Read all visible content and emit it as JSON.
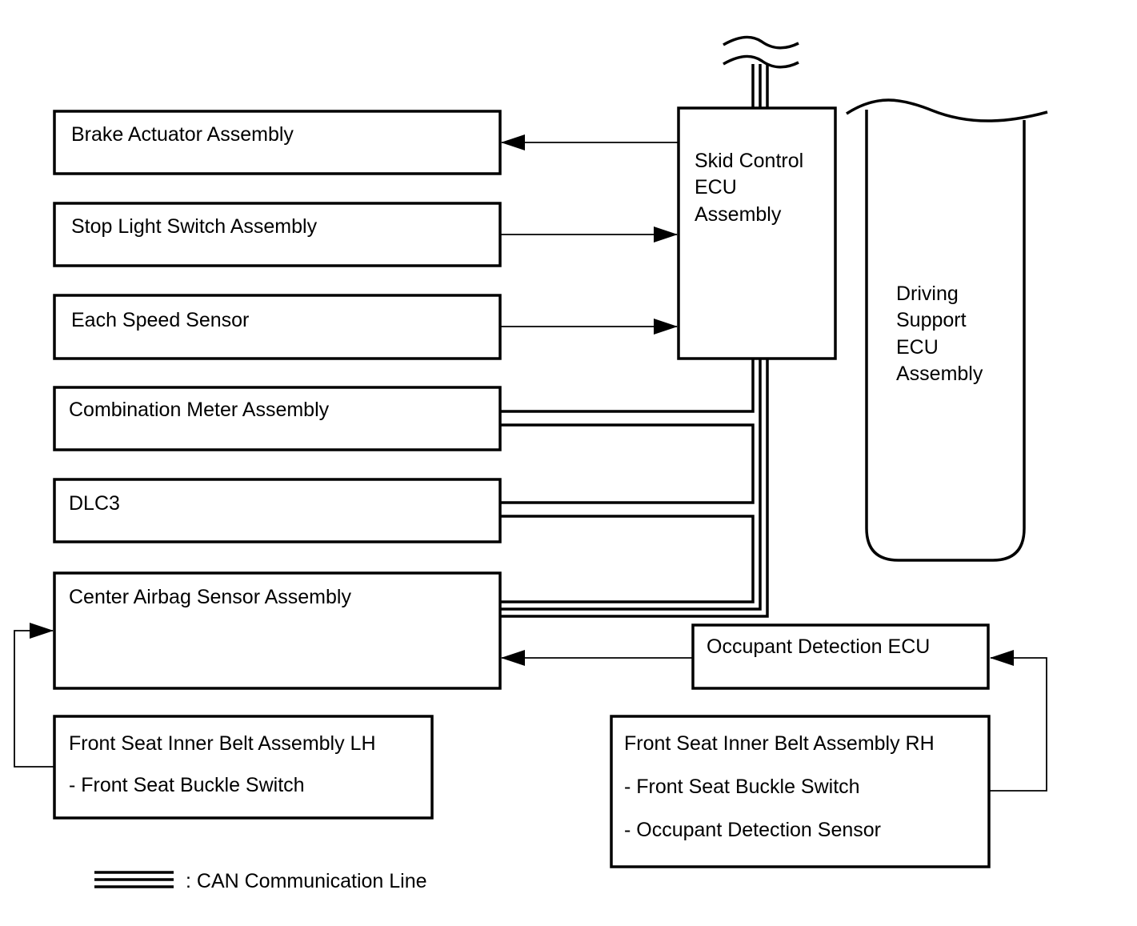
{
  "boxes": {
    "brake_actuator": "Brake Actuator Assembly",
    "stop_light": "Stop Light Switch Assembly",
    "speed_sensor": "Each Speed Sensor",
    "combination_meter": "Combination Meter Assembly",
    "dlc3": "DLC3",
    "center_airbag": "Center Airbag Sensor Assembly",
    "skid_control": [
      "Skid Control",
      "ECU",
      "Assembly"
    ],
    "driving_support": [
      "Driving",
      "Support",
      "ECU",
      "Assembly"
    ],
    "occupant_detection_ecu": "Occupant Detection ECU",
    "belt_lh": {
      "title": "Front Seat Inner Belt Assembly LH",
      "items": [
        "- Front Seat Buckle Switch"
      ]
    },
    "belt_rh": {
      "title": "Front Seat Inner Belt Assembly RH",
      "items": [
        "- Front Seat Buckle Switch",
        "- Occupant Detection Sensor"
      ]
    }
  },
  "legend": {
    "can_line": ": CAN Communication Line"
  },
  "colors": {
    "stroke": "#000000",
    "background": "#ffffff"
  }
}
